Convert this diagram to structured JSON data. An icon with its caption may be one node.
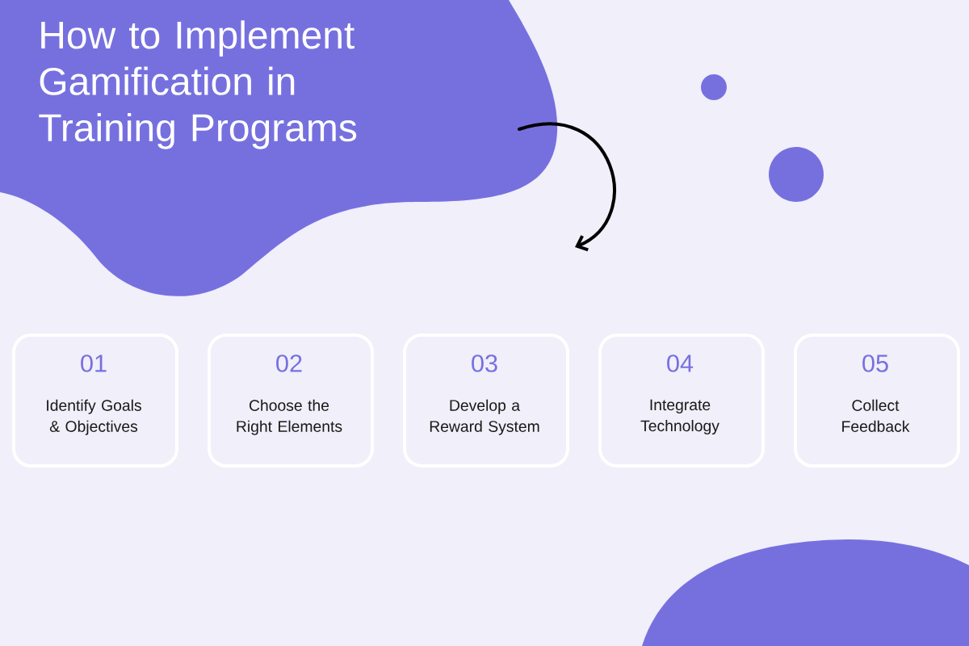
{
  "diagram": {
    "title": "How to Implement Gamification in Training Programs",
    "nodes": [
      {
        "text": [
          "01",
          "Identify Goals & Objectives"
        ]
      },
      {
        "text": [
          "02",
          "Choose the Right Elements"
        ]
      },
      {
        "text": [
          "03",
          "Develop a Reward System"
        ]
      },
      {
        "text": [
          "04",
          "Integrate Technology"
        ]
      },
      {
        "text": [
          "05",
          "Collect Feedback"
        ]
      }
    ]
  }
}
